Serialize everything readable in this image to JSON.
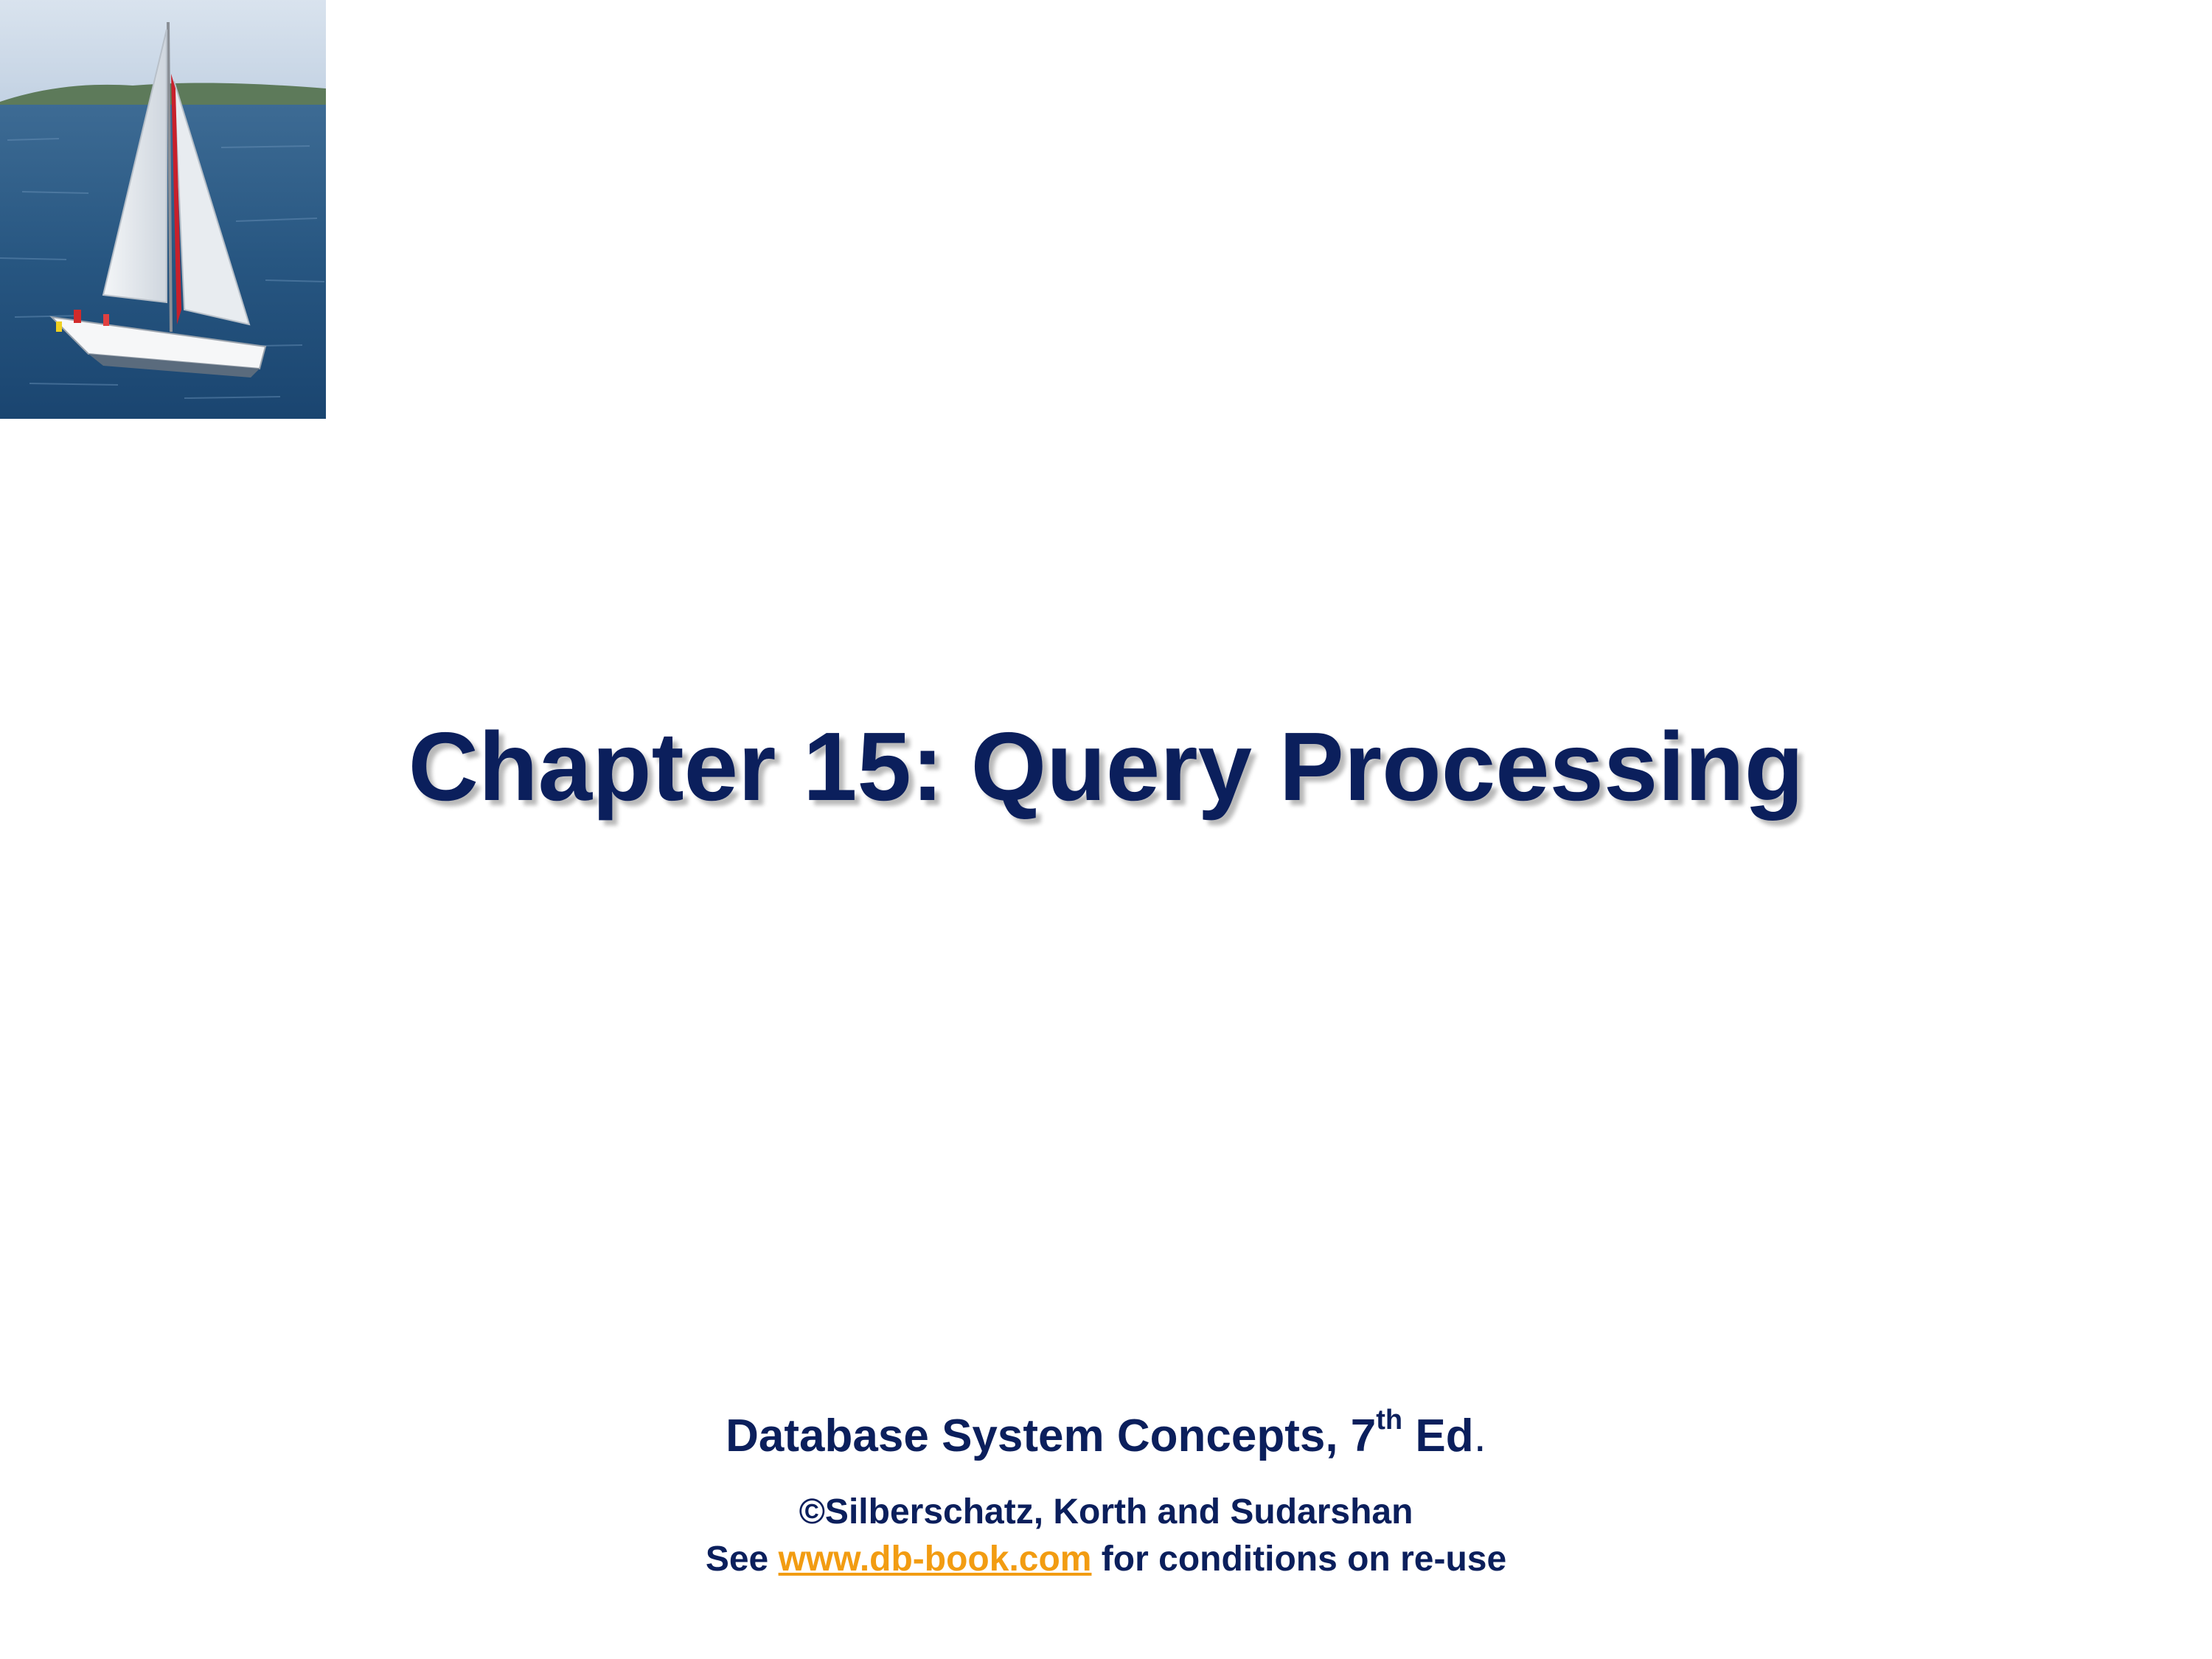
{
  "slide": {
    "title": "Chapter 15: Query Processing",
    "edition": {
      "book": "Database System Concepts, 7",
      "ordinal_suffix": "th",
      "ed": " Ed",
      "period": "."
    },
    "copyright": "©Silberschatz, Korth and Sudarshan",
    "reuse": {
      "prefix": "See ",
      "link_text": "www.db-book.com",
      "suffix": " for conditions on re-use"
    },
    "photo": {
      "icon": "sailboat-photo"
    }
  },
  "colors": {
    "title": "#0b1f5c",
    "link": "#f29c12",
    "background": "#ffffff"
  }
}
